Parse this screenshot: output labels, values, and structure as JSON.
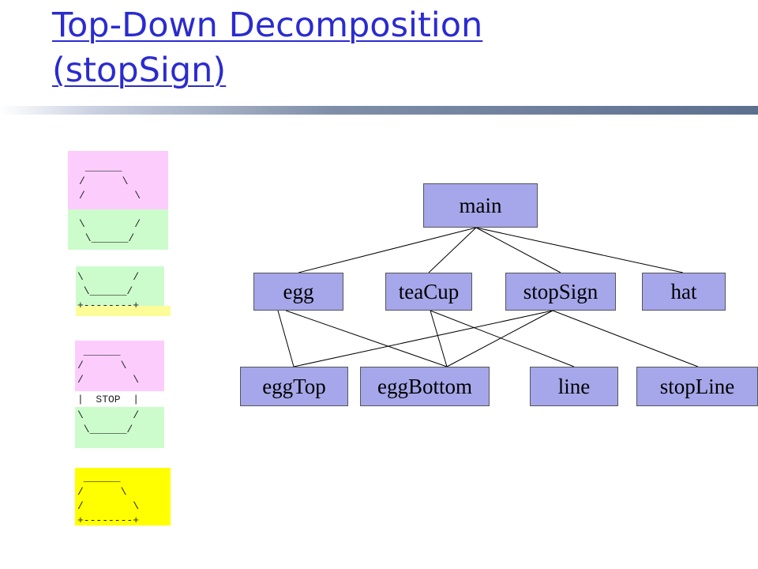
{
  "title": {
    "line1": "Top-Down Decomposition",
    "line2": "(stopSign)"
  },
  "ascii": {
    "egg_top": " ______\n/      \\\n/        \\",
    "egg_bottom": "\\        /\n \\______/",
    "tea_cup": "\\        /\n \\______/\n+--------+",
    "stop_top": " ______\n/      \\\n/        \\",
    "stop_mid": "|  STOP  |",
    "stop_bottom": "\\        /\n \\______/",
    "hat": " ______\n/      \\\n/        \\\n+--------+"
  },
  "tree": {
    "nodes": {
      "main": "main",
      "egg": "egg",
      "teaCup": "teaCup",
      "stopSign": "stopSign",
      "hat": "hat",
      "eggTop": "eggTop",
      "eggBottom": "eggBottom",
      "line": "line",
      "stopLine": "stopLine"
    },
    "edges": [
      [
        "main",
        "egg"
      ],
      [
        "main",
        "teaCup"
      ],
      [
        "main",
        "stopSign"
      ],
      [
        "main",
        "hat"
      ],
      [
        "egg",
        "eggTop"
      ],
      [
        "egg",
        "eggBottom"
      ],
      [
        "teaCup",
        "eggBottom"
      ],
      [
        "teaCup",
        "line"
      ],
      [
        "stopSign",
        "eggTop"
      ],
      [
        "stopSign",
        "eggBottom"
      ],
      [
        "stopSign",
        "stopLine"
      ]
    ]
  },
  "colors": {
    "title": "#2b2bd0",
    "node_fill": "#a6a6ea",
    "pink": "#fccdfc",
    "green": "#ccfccc",
    "yellow": "#ffff00"
  }
}
